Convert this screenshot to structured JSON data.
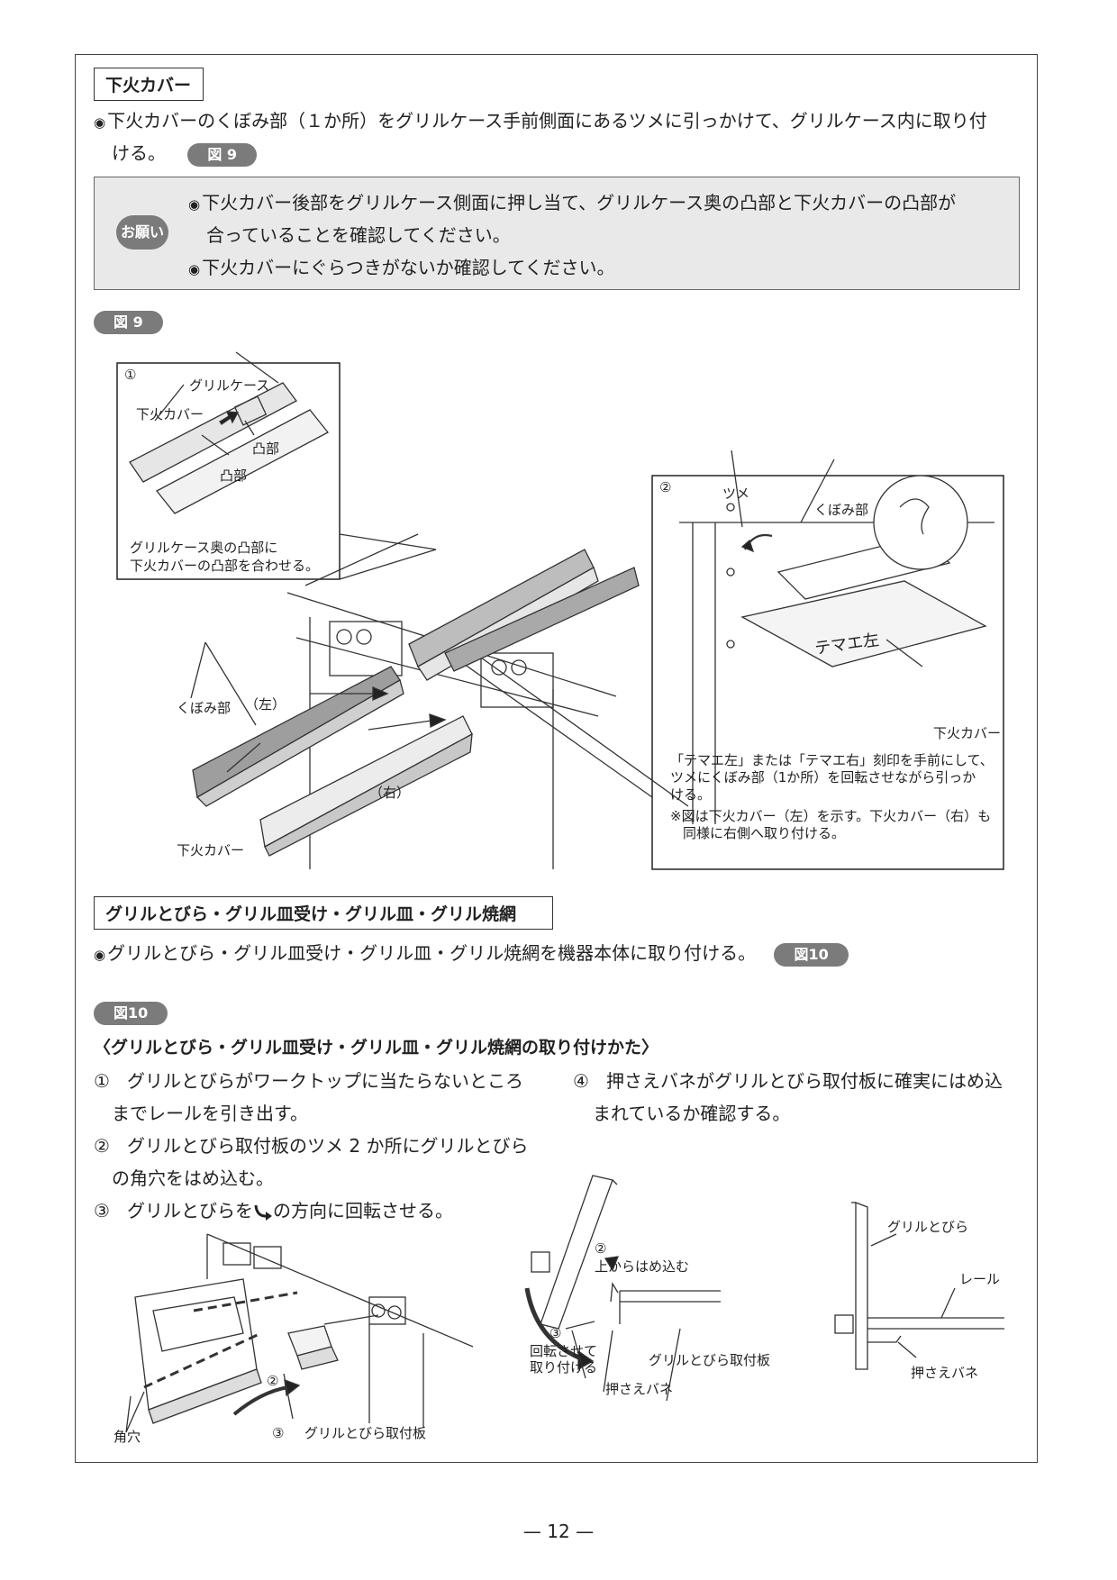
{
  "section1": {
    "title": "下火カバー",
    "instruction_a": "下火カバーのくぼみ部（１か所）をグリルケース手前側面にあるツメに引っかけて、グリルケース内に取り付",
    "instruction_b": "ける。",
    "fig_ref": "図 9",
    "notice_badge": "お願い",
    "notice_line1": "下火カバー後部をグリルケース側面に押し当て、グリルケース奥の凸部と下火カバーの凸部が",
    "notice_line1b": "合っていることを確認してください。",
    "notice_line2": "下火カバーにぐらつきがないか確認してください。",
    "figure_label": "図 9"
  },
  "fig9": {
    "inset1": {
      "num": "①",
      "grill_case": "グリルケース",
      "lower_cover": "下火カバー",
      "bump_a": "凸部",
      "bump_b": "凸部",
      "caption1": "グリルケース奥の凸部に",
      "caption2": "下火カバーの凸部を合わせる。"
    },
    "inset2": {
      "num": "②",
      "tsume": "ツメ",
      "kubomi": "くぼみ部",
      "stamp": "テマエ左",
      "lower_cover": "下火カバー",
      "note1": "「テマエ左」または「テマエ右」刻印を手前にして、",
      "note2": "ツメにくぼみ部（1か所）を回転させながら引っか",
      "note3": "ける。",
      "note4": "※図は下火カバー（左）を示す。下火カバー（右）も",
      "note5": "同様に右側へ取り付ける。"
    },
    "kubomi_label": "くぼみ部",
    "left_label": "（左）",
    "right_label": "（右）",
    "lower_cover_label": "下火カバー"
  },
  "section2": {
    "title": "グリルとびら・グリル皿受け・グリル皿・グリル焼網",
    "instruction": "グリルとびら・グリル皿受け・グリル皿・グリル焼網を機器本体に取り付ける。",
    "fig_ref": "図10",
    "figure_label": "図10",
    "subheading": "〈グリルとびら・グリル皿受け・グリル皿・グリル焼網の取り付けかた〉",
    "step1_num": "①",
    "step1a": "グリルとびらがワークトップに当たらないところ",
    "step1b": "までレールを引き出す。",
    "step2_num": "②",
    "step2a": "グリルとびら取付板のツメ 2 か所にグリルとびら",
    "step2b": "の角穴をはめ込む。",
    "step3_num": "③",
    "step3a": "グリルとびらを",
    "step3b": "の方向に回転させる。",
    "step4_num": "④",
    "step4a": "押さえバネがグリルとびら取付板に確実にはめ込",
    "step4b": "まれているか確認する。"
  },
  "fig10": {
    "left": {
      "kakuana": "角穴",
      "n2": "②",
      "n3": "③",
      "plate": "グリルとびら取付板"
    },
    "mid": {
      "n2": "②",
      "from_top": "上からはめ込む",
      "n3": "③",
      "rotate1": "回転させて",
      "rotate2": "取り付ける",
      "plate": "グリルとびら取付板",
      "spring": "押さえバネ"
    },
    "right": {
      "door": "グリルとびら",
      "rail": "レール",
      "spring": "押さえバネ"
    }
  },
  "page_number": "— 12 —"
}
